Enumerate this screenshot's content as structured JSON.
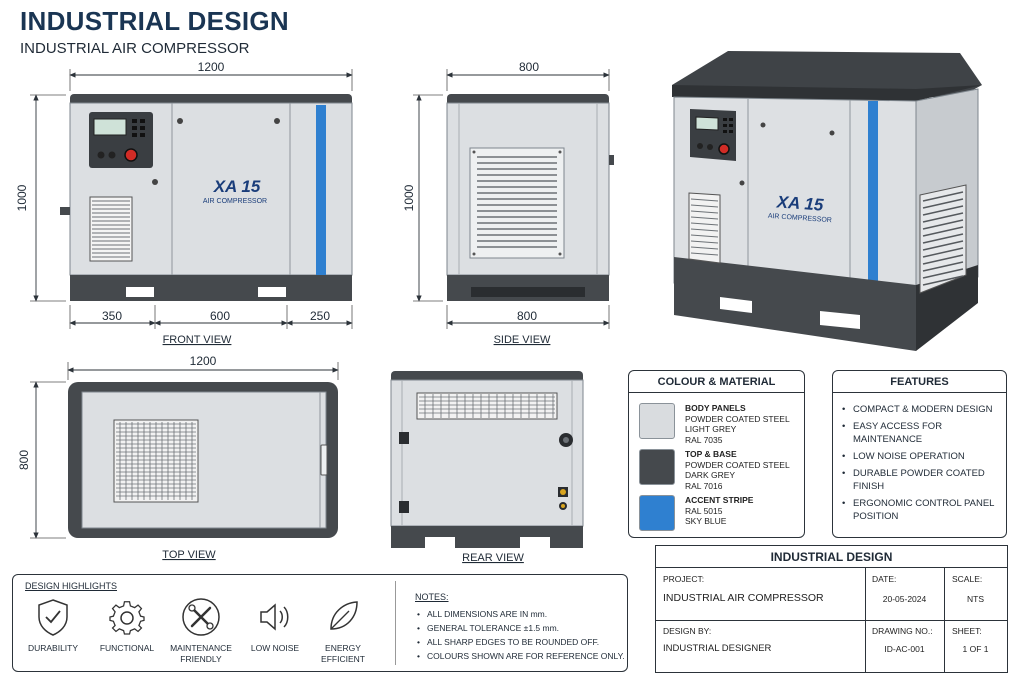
{
  "header": {
    "title": "INDUSTRIAL DESIGN",
    "subtitle": "INDUSTRIAL AIR COMPRESSOR"
  },
  "front_view": {
    "label": "FRONT VIEW",
    "dim_width": "1200",
    "dim_height": "1000",
    "dim_left": "350",
    "dim_mid": "600",
    "dim_right": "250",
    "model": "XA 15",
    "model_sub": "AIR COMPRESSOR"
  },
  "side_view": {
    "label": "SIDE VIEW",
    "dim_top": "800",
    "dim_height": "1000",
    "dim_bottom": "800"
  },
  "iso_view": {
    "model": "XA 15",
    "model_sub": "AIR COMPRESSOR"
  },
  "top_view": {
    "label": "TOP VIEW",
    "dim_width": "1200",
    "dim_height": "800"
  },
  "rear_view": {
    "label": "REAR VIEW"
  },
  "colour_material": {
    "heading": "COLOUR & MATERIAL",
    "items": [
      {
        "name": "BODY PANELS",
        "line1": "POWDER COATED STEEL",
        "line2": "LIGHT GREY",
        "line3": "RAL 7035",
        "color": "#d9dcdf"
      },
      {
        "name": "TOP & BASE",
        "line1": "POWDER COATED STEEL",
        "line2": "DARK GREY",
        "line3": "RAL 7016",
        "color": "#45494d"
      },
      {
        "name": "ACCENT STRIPE",
        "line1": "RAL 5015",
        "line2": "SKY BLUE",
        "line3": "",
        "color": "#2f80d0"
      }
    ]
  },
  "features": {
    "heading": "FEATURES",
    "items": [
      "COMPACT & MODERN DESIGN",
      "EASY ACCESS FOR MAINTENANCE",
      "LOW NOISE OPERATION",
      "DURABLE POWDER COATED FINISH",
      "ERGONOMIC CONTROL PANEL POSITION"
    ]
  },
  "design_highlights": {
    "heading": "DESIGN HIGHLIGHTS",
    "items": [
      {
        "label": "DURABILITY",
        "icon": "shield-check-icon"
      },
      {
        "label": "FUNCTIONAL",
        "icon": "gear-icon"
      },
      {
        "label": "MAINTENANCE FRIENDLY",
        "icon": "wrench-screwdriver-icon"
      },
      {
        "label": "LOW NOISE",
        "icon": "speaker-icon"
      },
      {
        "label": "ENERGY EFFICIENT",
        "icon": "leaf-icon"
      }
    ]
  },
  "notes": {
    "heading": "NOTES:",
    "items": [
      "ALL DIMENSIONS ARE IN mm.",
      "GENERAL TOLERANCE ±1.5 mm.",
      "ALL SHARP EDGES TO BE ROUNDED OFF.",
      "COLOURS SHOWN ARE FOR REFERENCE ONLY."
    ]
  },
  "title_block": {
    "heading": "INDUSTRIAL DESIGN",
    "project_label": "PROJECT:",
    "project_value": "INDUSTRIAL AIR COMPRESSOR",
    "date_label": "DATE:",
    "date_value": "20-05-2024",
    "scale_label": "SCALE:",
    "scale_value": "NTS",
    "design_by_label": "DESIGN BY:",
    "design_by_value": "INDUSTRIAL DESIGNER",
    "drawing_no_label": "DRAWING NO.:",
    "drawing_no_value": "ID-AC-001",
    "sheet_label": "SHEET:",
    "sheet_value": "1 OF 1"
  }
}
